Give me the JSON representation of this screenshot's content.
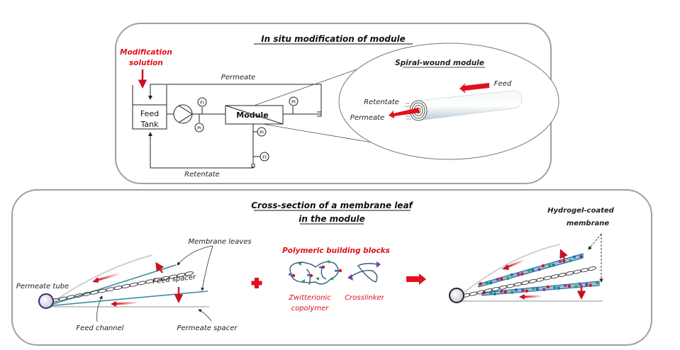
{
  "top_panel": {
    "title": "In situ modification of module",
    "modification_label_line1": "Modification",
    "modification_label_line2": "solution",
    "permeate_label": "Permeate",
    "retentate_label": "Retentate",
    "feed_tank_line1": "Feed",
    "feed_tank_line2": "Tank",
    "module_label": "Module",
    "instruments": [
      "FI",
      "PI",
      "PI",
      "PI",
      "FI"
    ],
    "inset": {
      "title": "Spiral-wound module",
      "feed_label": "Feed",
      "retentate_label": "Retentate",
      "permeate_label": "Permeate"
    }
  },
  "bottom_panel": {
    "title_line1": "Cross-section of a membrane leaf",
    "title_line2": "in the module",
    "left": {
      "membrane_leaves": "Membrane leaves",
      "feed_spacer": "Feed spacer",
      "permeate_tube": "Permeate tube",
      "feed_channel": "Feed channel",
      "permeate_spacer": "Permeate spacer"
    },
    "middle": {
      "heading": "Polymeric building blocks",
      "zwitterionic_line1": "Zwitterionic",
      "zwitterionic_line2": "copolymer",
      "crosslinker": "Crosslinker"
    },
    "right": {
      "hydrogel_line1": "Hydrogel-coated",
      "hydrogel_line2": "membrane"
    }
  },
  "colors": {
    "accent_red": "#e0101c",
    "membrane_teal": "#3a8fa0",
    "panel_border": "#a0a0a0",
    "polymer_blue": "#3a5a7a",
    "crosslinker_purple": "#7a3aa8",
    "marker_green": "#1fa060",
    "marker_blue": "#1a70c0"
  }
}
